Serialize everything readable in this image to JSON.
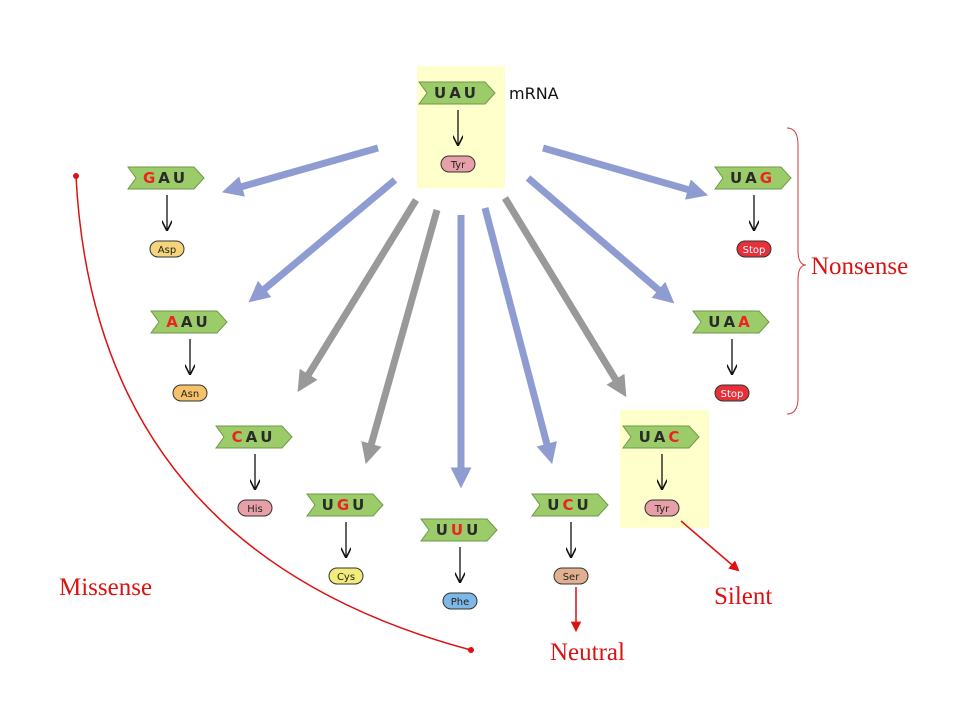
{
  "header": {
    "mrna_label": "mRNA"
  },
  "original": {
    "codon": [
      "U",
      "A",
      "U"
    ],
    "mutated_index": -1,
    "amino_acid": "Tyr",
    "aa_color": "#e8a0a8"
  },
  "mutants": [
    {
      "id": "gau",
      "codon": [
        "G",
        "A",
        "U"
      ],
      "mutated_index": 0,
      "amino_acid": "Asp",
      "aa_color": "#f5d47a",
      "arrow_color": "#8e9cd2"
    },
    {
      "id": "aau",
      "codon": [
        "A",
        "A",
        "U"
      ],
      "mutated_index": 0,
      "amino_acid": "Asn",
      "aa_color": "#f5c26a",
      "arrow_color": "#8e9cd2"
    },
    {
      "id": "cau",
      "codon": [
        "C",
        "A",
        "U"
      ],
      "mutated_index": 0,
      "amino_acid": "His",
      "aa_color": "#e8a0a8",
      "arrow_color": "#999999"
    },
    {
      "id": "ugu",
      "codon": [
        "U",
        "G",
        "U"
      ],
      "mutated_index": 1,
      "amino_acid": "Cys",
      "aa_color": "#f2ec7a",
      "arrow_color": "#999999"
    },
    {
      "id": "uuu",
      "codon": [
        "U",
        "U",
        "U"
      ],
      "mutated_index": 1,
      "amino_acid": "Phe",
      "aa_color": "#7eb8e6",
      "arrow_color": "#8e9cd2"
    },
    {
      "id": "ucu",
      "codon": [
        "U",
        "C",
        "U"
      ],
      "mutated_index": 1,
      "amino_acid": "Ser",
      "aa_color": "#e0b090",
      "arrow_color": "#8e9cd2"
    },
    {
      "id": "uac",
      "codon": [
        "U",
        "A",
        "C"
      ],
      "mutated_index": 2,
      "amino_acid": "Tyr",
      "aa_color": "#e8a0a8",
      "arrow_color": "#999999"
    },
    {
      "id": "uaa",
      "codon": [
        "U",
        "A",
        "A"
      ],
      "mutated_index": 2,
      "amino_acid": "Stop",
      "aa_color": "#e8303a",
      "arrow_color": "#8e9cd2"
    },
    {
      "id": "uag",
      "codon": [
        "U",
        "A",
        "G"
      ],
      "mutated_index": 2,
      "amino_acid": "Stop",
      "aa_color": "#e8303a",
      "arrow_color": "#8e9cd2"
    }
  ],
  "categories": {
    "nonsense": "Nonsense",
    "missense": "Missense",
    "silent": "Silent",
    "neutral": "Neutral"
  },
  "colors": {
    "codon_arrow": "#9ccb6a",
    "mutated_base": "#ee2222",
    "highlight": "#ffffcc",
    "annotation": "#dd1111"
  }
}
